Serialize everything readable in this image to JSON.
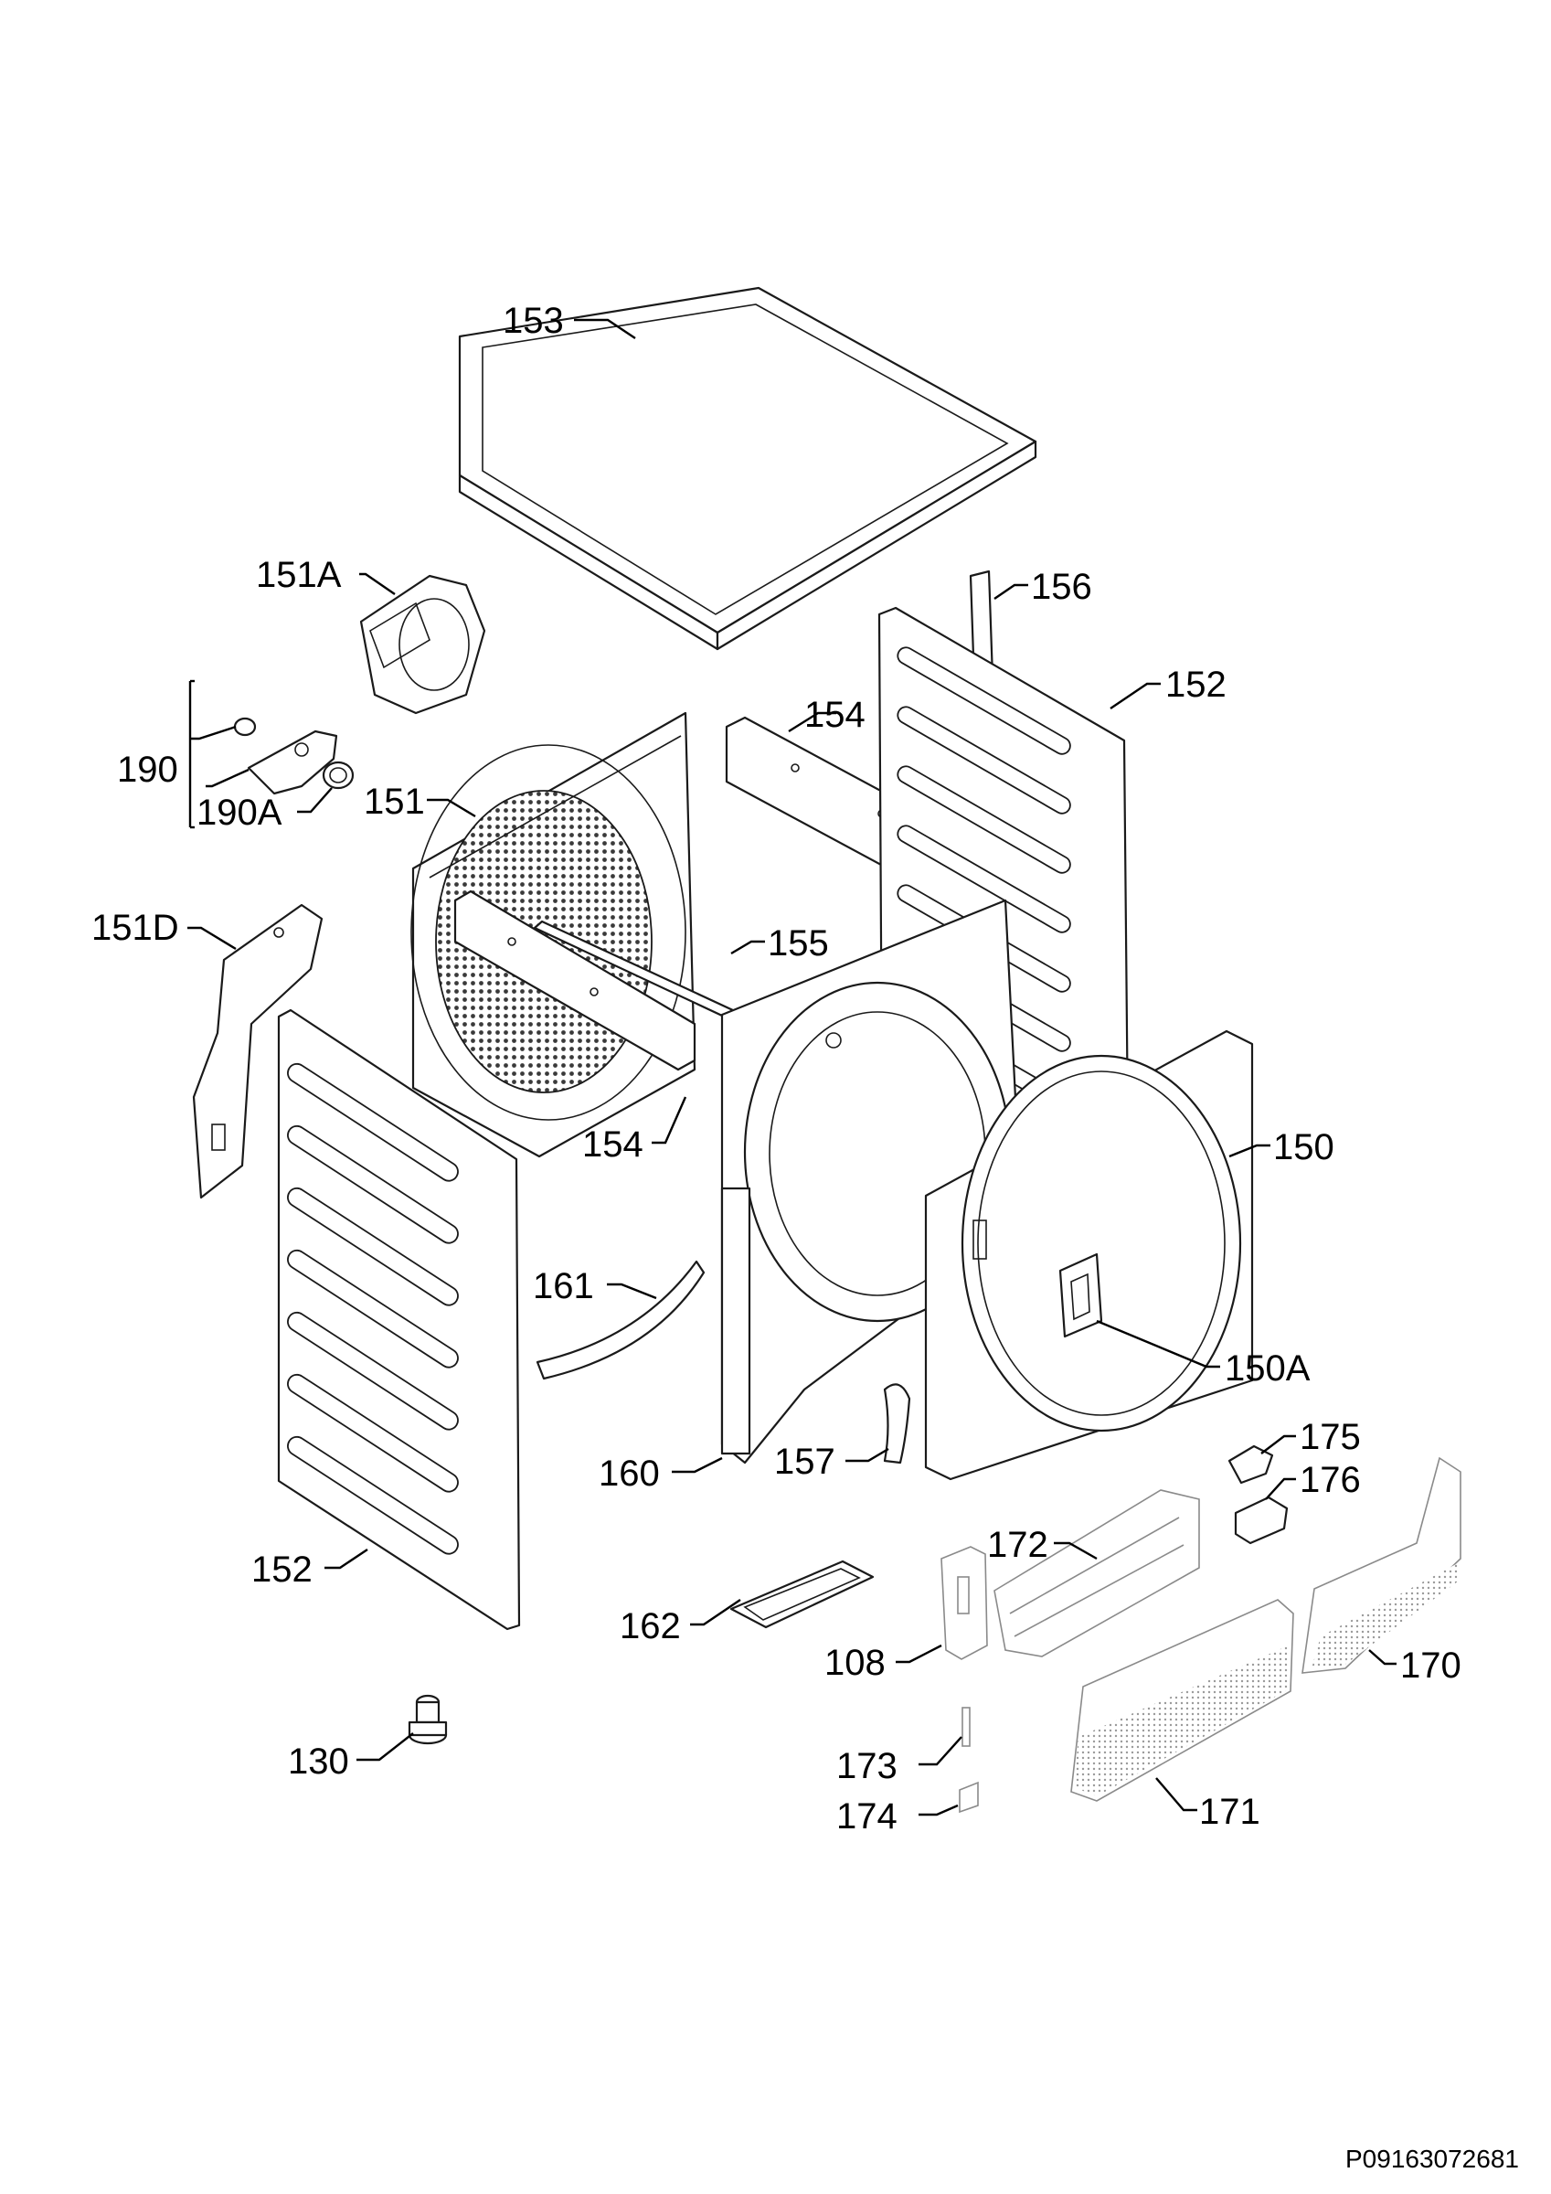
{
  "document_code": "P09163072681",
  "labels": {
    "l153": "153",
    "l151A": "151A",
    "l156": "156",
    "l152_top": "152",
    "l154_top": "154",
    "l190": "190",
    "l190A": "190A",
    "l151": "151",
    "l151D": "151D",
    "l155": "155",
    "l154_bottom": "154",
    "l150": "150",
    "l161": "161",
    "l150A": "150A",
    "l175": "175",
    "l176": "176",
    "l160": "160",
    "l157": "157",
    "l172": "172",
    "l152_bottom": "152",
    "l162": "162",
    "l108": "108",
    "l170": "170",
    "l130": "130",
    "l173": "173",
    "l174": "174",
    "l171": "171"
  }
}
